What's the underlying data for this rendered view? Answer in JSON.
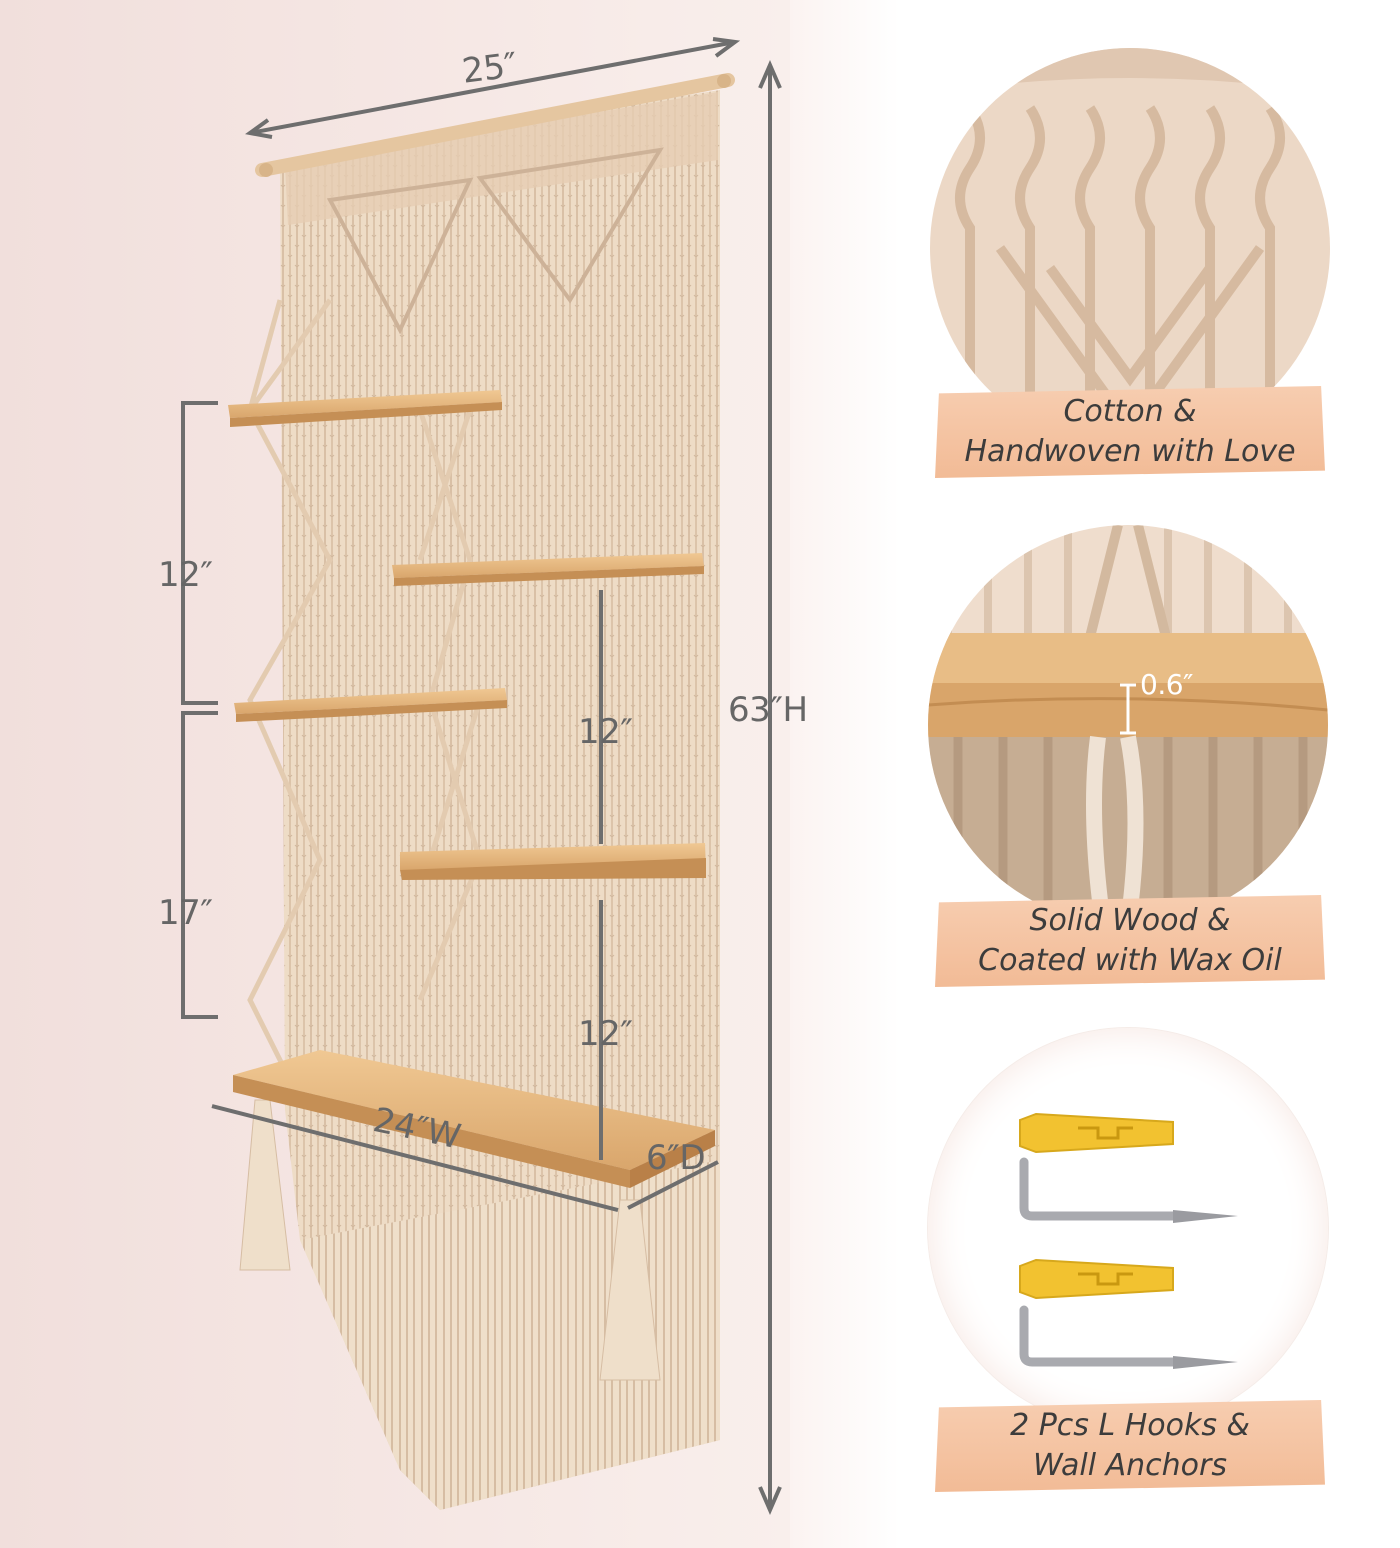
{
  "dimensions": {
    "width_top": "25″",
    "height_total": "63″H",
    "gap_left_upper": "12″",
    "gap_left_lower": "17″",
    "gap_right_upper": "12″",
    "gap_right_lower": "12″",
    "shelf_width": "24″W",
    "shelf_depth": "6″D",
    "wood_thickness": "0.6″"
  },
  "features": [
    {
      "line1": "Cotton &",
      "line2": "Handwoven with Love"
    },
    {
      "line1": "Solid Wood &",
      "line2": "Coated with Wax Oil"
    },
    {
      "line1": "2 Pcs L Hooks &",
      "line2": "Wall Anchors"
    }
  ],
  "colors": {
    "rope": "#ecd6c0",
    "wood": "#e6b882",
    "label_bg": "#f4c3a2",
    "anchor": "#f2c230",
    "dim_line": "#6e6e6e"
  }
}
